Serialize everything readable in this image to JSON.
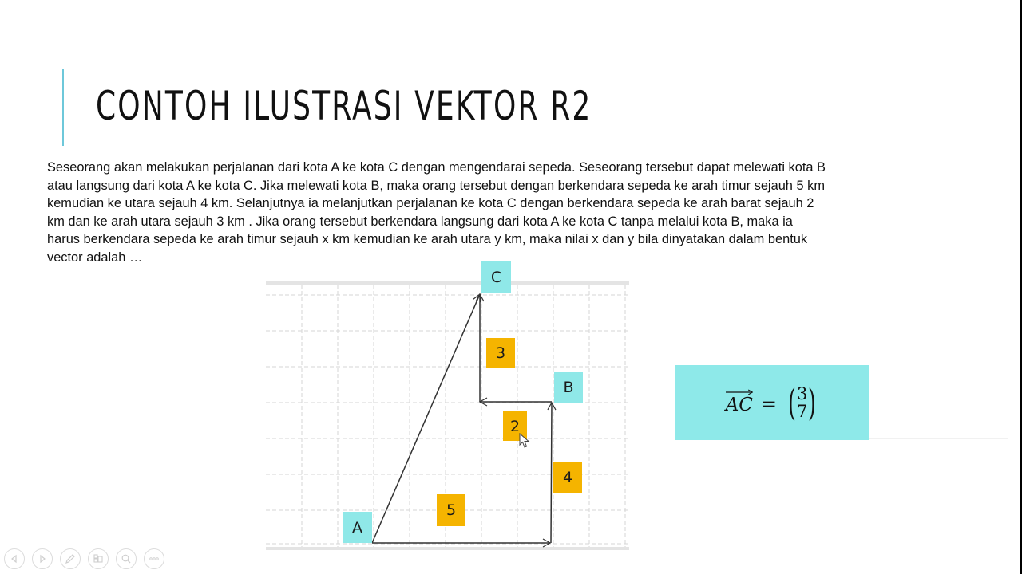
{
  "slide": {
    "title": "CONTOH ILUSTRASI VEKTOR R2",
    "accent_color": "#6ec8da",
    "problem_lines": [
      "Seseorang akan melakukan perjalanan dari kota A ke kota C dengan mengendarai sepeda. Seseorang tersebut dapat melewati kota B",
      "atau langsung dari kota A ke kota C. Jika melewati kota B, maka orang tersebut dengan berkendara sepeda ke arah timur sejauh 5 km",
      "kemudian ke utara sejauh 4 km. Selanjutnya ia melanjutkan perjalanan ke kota C dengan berkendara sepeda ke arah barat sejauh 2",
      "km dan ke arah utara sejauh 3 km . Jika orang tersebut berkendara langsung dari kota A ke kota C tanpa melalui kota B, maka ia",
      "harus berkendara sepeda ke arah timur sejauh x km kemudian ke arah utara y km, maka nilai x dan y bila dinyatakan dalam bentuk",
      "vector  adalah …"
    ]
  },
  "diagram": {
    "points": {
      "A": "A",
      "B": "B",
      "C": "C"
    },
    "segments": {
      "A_to_B_east": "5",
      "B_north": "4",
      "B_to_C_west": "2",
      "C_north": "3"
    },
    "point_color": "#8fe8e8",
    "length_color": "#f5b400"
  },
  "result": {
    "vector_name": "AC",
    "equals": "=",
    "x": "3",
    "y": "7",
    "background": "#8ee9e9"
  },
  "controls": {
    "previous": "previous-slide",
    "next": "next-slide",
    "pen": "pen-tool",
    "slides": "see-all-slides",
    "zoom": "zoom-slide",
    "more": "more-options"
  }
}
